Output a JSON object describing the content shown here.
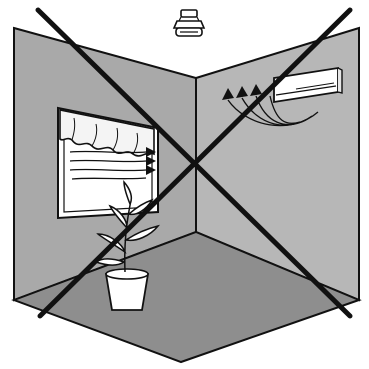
{
  "scene": {
    "colors": {
      "background": "#ffffff",
      "wall_left": "#a9a9a9",
      "wall_right": "#b7b7b7",
      "floor": "#8e8e8e",
      "ink": "#111111",
      "window_glass": "#ffffff",
      "curtain": "#f4f4f4"
    },
    "elements": [
      "ceiling-sensor-icon",
      "air-conditioner-unit",
      "window-with-curtain",
      "potted-plant",
      "cross-out-mark"
    ],
    "airflow_indicators": {
      "window_arrows": 3,
      "ac_arrows": 3
    },
    "crossed_out": true
  }
}
